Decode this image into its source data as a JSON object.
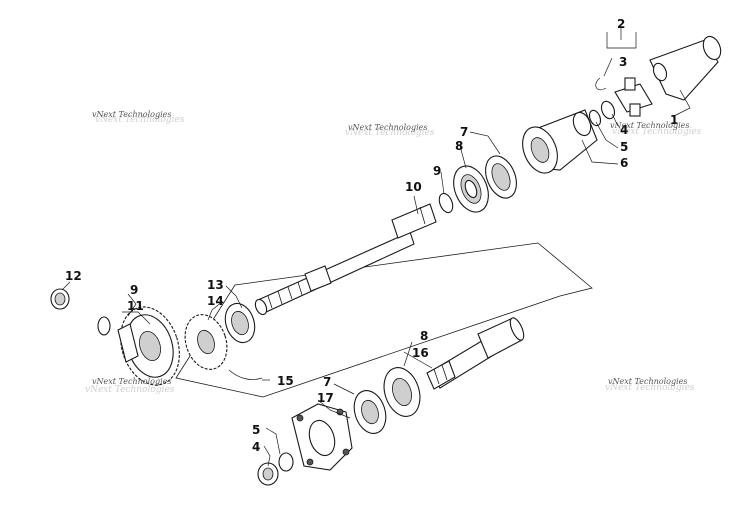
{
  "watermark": "vNext Technologies",
  "callouts": {
    "c1": "1",
    "c2": "2",
    "c3": "3",
    "c4a": "4",
    "c5a": "5",
    "c6": "6",
    "c7a": "7",
    "c8a": "8",
    "c9a": "9",
    "c10": "10",
    "c12": "12",
    "c9b": "9",
    "c11": "11",
    "c13": "13",
    "c14": "14",
    "c15": "15",
    "c8b": "8",
    "c16": "16",
    "c7b": "7",
    "c17": "17",
    "c5b": "5",
    "c4b": "4"
  }
}
